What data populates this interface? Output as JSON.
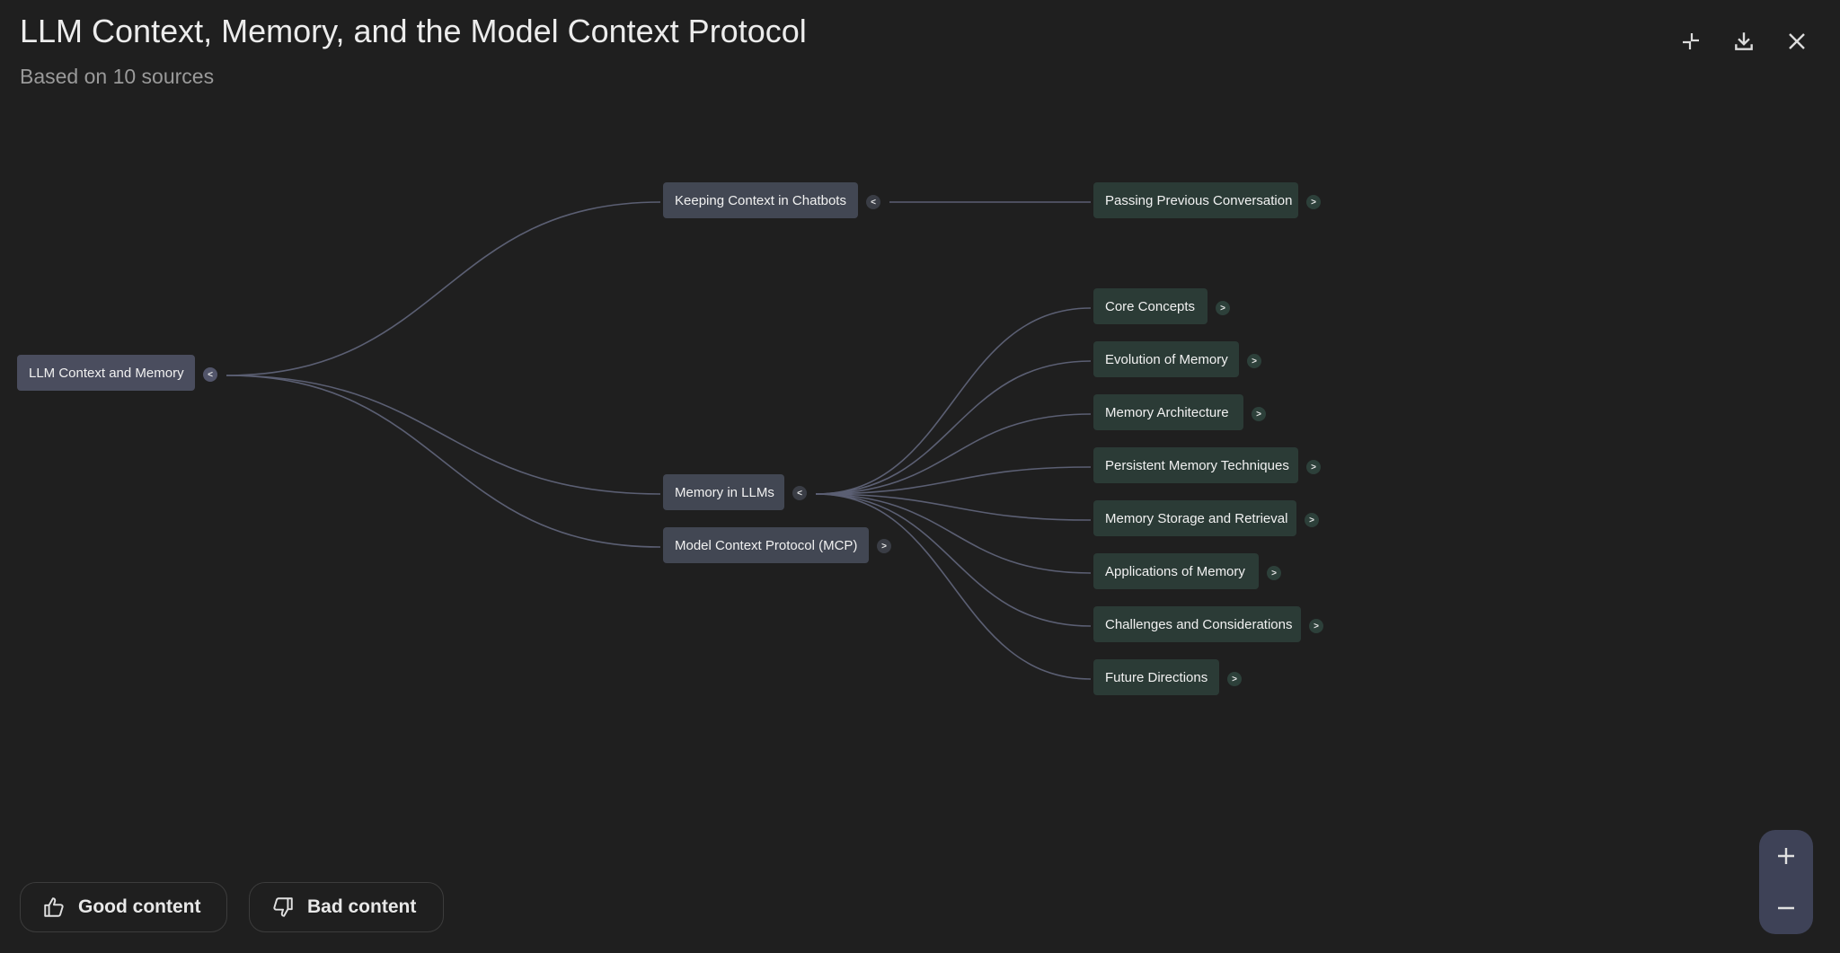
{
  "header": {
    "title": "LLM Context, Memory, and the Model Context Protocol",
    "subtitle": "Based on 10 sources"
  },
  "toolbar": {
    "icons": [
      "collapse-icon",
      "download-icon",
      "close-icon"
    ]
  },
  "mindmap": {
    "root": {
      "label": "LLM Context and Memory",
      "toggle": "<"
    },
    "branches": [
      {
        "label": "Keeping Context in Chatbots",
        "toggle": "<"
      },
      {
        "label": "Memory in LLMs",
        "toggle": "<"
      },
      {
        "label": "Model Context Protocol (MCP)",
        "toggle": ">"
      }
    ],
    "chatbot_children": [
      {
        "label": "Passing Previous Conversation",
        "toggle": ">"
      }
    ],
    "memory_children": [
      {
        "label": "Core Concepts",
        "toggle": ">"
      },
      {
        "label": "Evolution of Memory",
        "toggle": ">"
      },
      {
        "label": "Memory Architecture",
        "toggle": ">"
      },
      {
        "label": "Persistent Memory Techniques",
        "toggle": ">"
      },
      {
        "label": "Memory Storage and Retrieval",
        "toggle": ">"
      },
      {
        "label": "Applications of Memory",
        "toggle": ">"
      },
      {
        "label": "Challenges and Considerations",
        "toggle": ">"
      },
      {
        "label": "Future Directions",
        "toggle": ">"
      }
    ]
  },
  "feedback": {
    "good_label": "Good content",
    "bad_label": "Bad content"
  },
  "zoom": {
    "in_symbol": "+",
    "out_symbol": "−"
  },
  "colors": {
    "background": "#1f1f1f",
    "root_node": "#4a4d5e",
    "branch_node": "#424753",
    "leaf_node": "#2b3b36",
    "link": "#5b5f73",
    "zoom_panel": "#3e4257"
  }
}
